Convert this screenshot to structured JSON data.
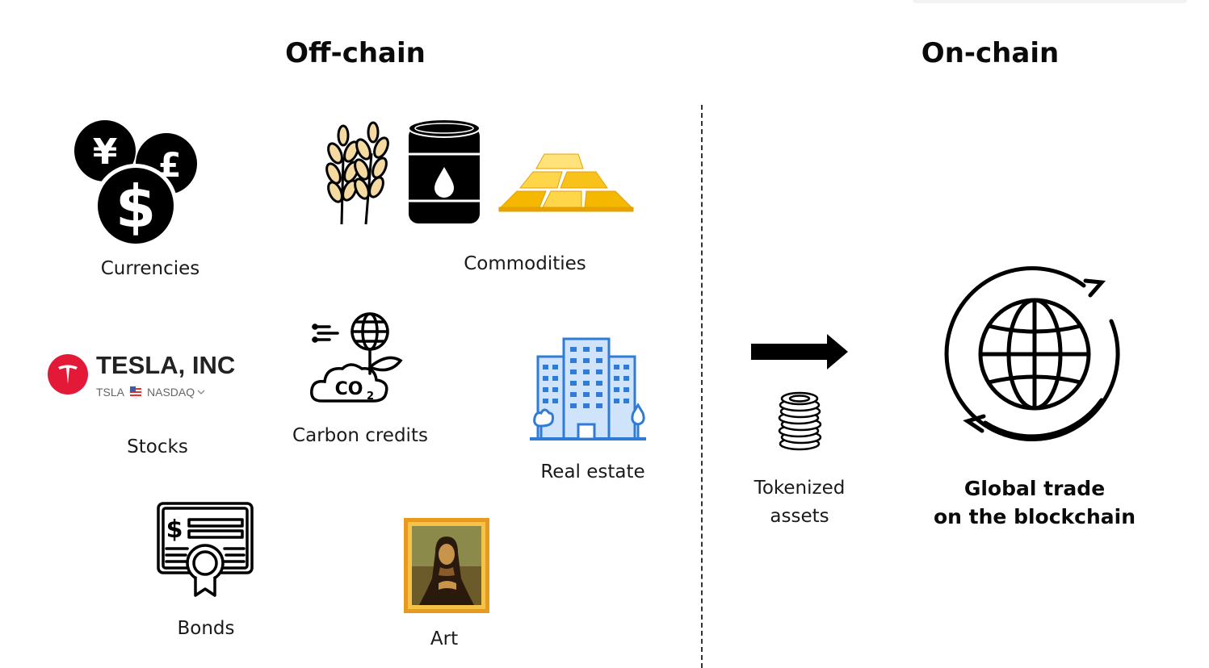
{
  "headings": {
    "off_chain": "Off-chain",
    "on_chain": "On-chain"
  },
  "assets": {
    "currencies": {
      "label": "Currencies",
      "icon": "currency-coins-icon"
    },
    "commodities": {
      "label": "Commodities",
      "icons": [
        "wheat-icon",
        "oil-barrel-icon",
        "gold-bars-icon"
      ]
    },
    "stocks": {
      "label": "Stocks",
      "company": "TESLA, INC",
      "ticker": "TSLA",
      "exchange": "NASDAQ",
      "icon": "tesla-logo-icon"
    },
    "carbon_credits": {
      "label": "Carbon credits",
      "icon": "co2-globe-icon",
      "co2_text": "CO2"
    },
    "real_estate": {
      "label": "Real estate",
      "icon": "building-icon"
    },
    "bonds": {
      "label": "Bonds",
      "icon": "bond-certificate-icon",
      "symbol": "$"
    },
    "art": {
      "label": "Art",
      "icon": "framed-painting-icon"
    }
  },
  "on_chain": {
    "tokenized": {
      "line1": "Tokenized",
      "line2": "assets",
      "icon": "coin-stack-icon"
    },
    "global": {
      "line1": "Global trade",
      "line2": "on the blockchain",
      "icon": "globe-cycle-icon"
    },
    "arrow_icon": "right-arrow-icon"
  },
  "colors": {
    "text": "#111111",
    "tesla_red": "#e31937",
    "building_blue": "#2f7bd6",
    "gold": "#f5b700",
    "frame_gold": "#e89a1e"
  }
}
